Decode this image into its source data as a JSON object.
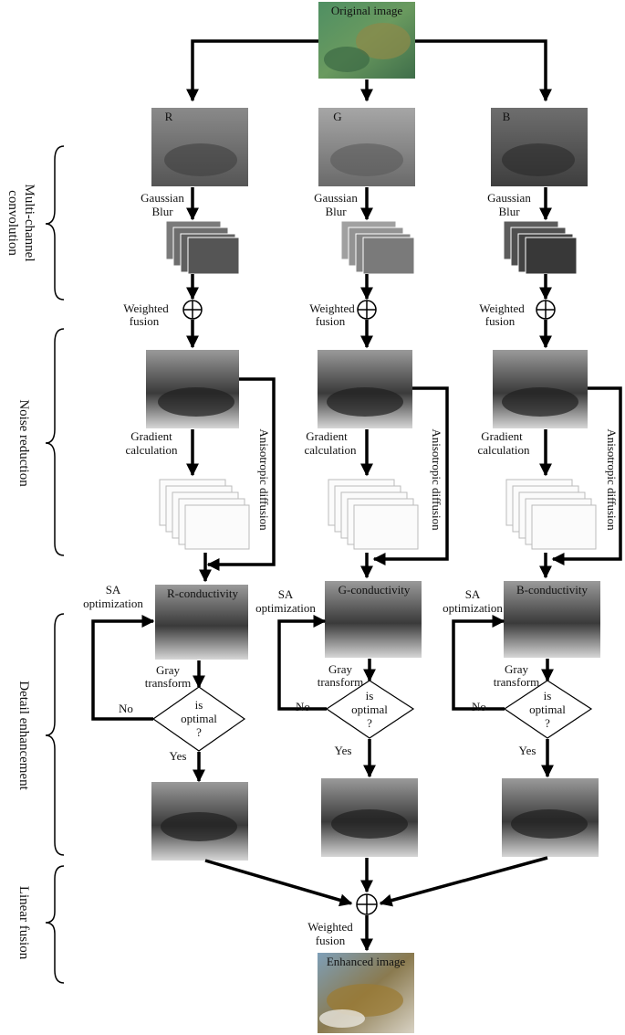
{
  "original_image": "Original image",
  "enhanced_image": "Enhanced image",
  "channels": [
    {
      "channel": "R",
      "conductivity": "R-conductivity"
    },
    {
      "channel": "G",
      "conductivity": "G-conductivity"
    },
    {
      "channel": "B",
      "conductivity": "B-conductivity"
    }
  ],
  "steps": {
    "gaussian_blur": [
      "Gaussian",
      "Blur"
    ],
    "weighted_fusion": [
      "Weighted",
      "fusion"
    ],
    "gradient_calculation": [
      "Gradient",
      "calculation"
    ],
    "anisotropic_diffusion": "Anisotropic diffusion",
    "sa_optimization": [
      "SA",
      "optimization"
    ],
    "gray_transform": [
      "Gray",
      "transform"
    ],
    "decision": [
      "is",
      "optimal",
      "?"
    ],
    "no": "No",
    "yes": "Yes"
  },
  "stages": {
    "multi_channel": [
      "Multi-channel",
      "convolution"
    ],
    "noise_reduction": "Noise reduction",
    "detail_enhancement": "Detail enhancement",
    "linear_fusion": "Linear fusion"
  },
  "colors": {
    "original_photo": "#5d8a5a",
    "enhanced_photo": "#6f8aa0",
    "arrow": "#000000"
  }
}
